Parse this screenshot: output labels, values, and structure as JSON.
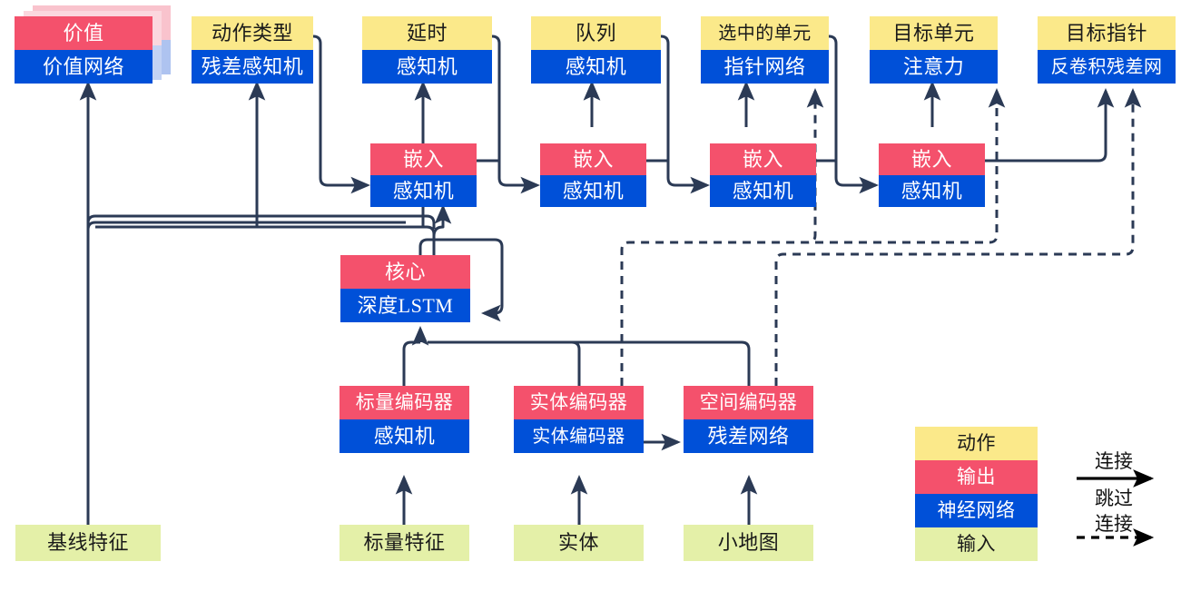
{
  "diagram": {
    "title": "AlphaStar-style agent architecture diagram",
    "colors": {
      "action": "#fbe98a",
      "output": "#f4516c",
      "neural_network": "#0050d8",
      "input": "#e4f0a8",
      "wire": "#2b3a55",
      "legend_arrow": "#000000"
    }
  },
  "top_row": [
    {
      "id": "value",
      "action": "价值",
      "network": "价值网络",
      "stacked": true
    },
    {
      "id": "action-type",
      "action": "动作类型",
      "network": "残差感知机",
      "stacked": false
    },
    {
      "id": "delay",
      "action": "延时",
      "network": "感知机",
      "stacked": false
    },
    {
      "id": "queue",
      "action": "队列",
      "network": "感知机",
      "stacked": false
    },
    {
      "id": "selected-units",
      "action": "选中的单元",
      "network": "指针网络",
      "stacked": false
    },
    {
      "id": "target-unit",
      "action": "目标单元",
      "network": "注意力",
      "stacked": false
    },
    {
      "id": "target-point",
      "action": "目标指针",
      "network": "反卷积残差网",
      "stacked": false
    }
  ],
  "embed_row": [
    {
      "id": "embed-1",
      "output": "嵌入",
      "network": "感知机"
    },
    {
      "id": "embed-2",
      "output": "嵌入",
      "network": "感知机"
    },
    {
      "id": "embed-3",
      "output": "嵌入",
      "network": "感知机"
    },
    {
      "id": "embed-4",
      "output": "嵌入",
      "network": "感知机"
    }
  ],
  "core": {
    "id": "core",
    "output": "核心",
    "network": "深度LSTM"
  },
  "encoder_row": [
    {
      "id": "scalar-encoder",
      "output": "标量编码器",
      "network": "感知机"
    },
    {
      "id": "entity-encoder",
      "output": "实体编码器",
      "network": "实体编码器"
    },
    {
      "id": "spatial-encoder",
      "output": "空间编码器",
      "network": "残差网络"
    }
  ],
  "inputs": [
    {
      "id": "baseline-features",
      "label": "基线特征"
    },
    {
      "id": "scalar-features",
      "label": "标量特征"
    },
    {
      "id": "entities",
      "label": "实体"
    },
    {
      "id": "minimap",
      "label": "小地图"
    }
  ],
  "legend": {
    "swatches": [
      {
        "id": "legend-action",
        "label": "动作",
        "kind": "action"
      },
      {
        "id": "legend-output",
        "label": "输出",
        "kind": "output"
      },
      {
        "id": "legend-nn",
        "label": "神经网络",
        "kind": "nn"
      },
      {
        "id": "legend-input",
        "label": "输入",
        "kind": "input"
      }
    ],
    "connection_label": "连接",
    "skip_label_line1": "跳过",
    "skip_label_line2": "连接"
  }
}
